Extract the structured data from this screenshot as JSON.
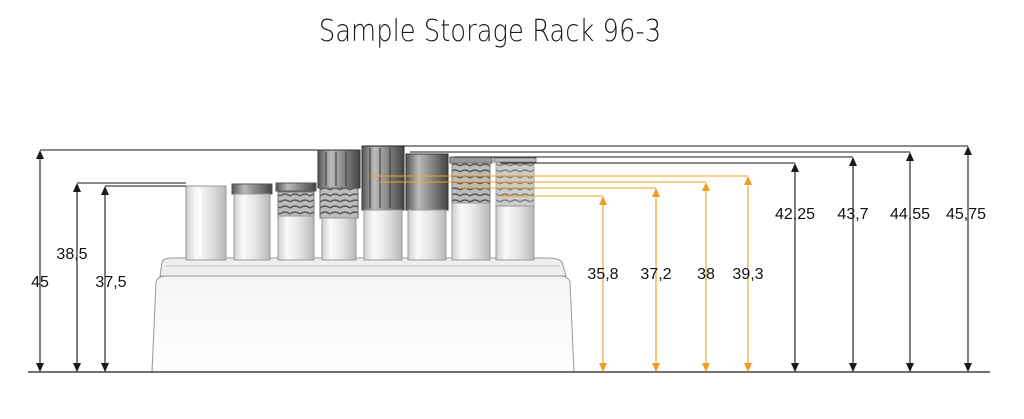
{
  "title": "Sample Storage Rack 96-3",
  "colors": {
    "black_dims": "#1a1a1a",
    "orange_dims": "#f0a020"
  },
  "left_dimensions": [
    {
      "label": "45"
    },
    {
      "label": "38,5"
    },
    {
      "label": "37,5"
    }
  ],
  "orange_dimensions": [
    {
      "label": "35,8"
    },
    {
      "label": "37,2"
    },
    {
      "label": "38"
    },
    {
      "label": "39,3"
    }
  ],
  "right_dimensions": [
    {
      "label": "42,25"
    },
    {
      "label": "43,7"
    },
    {
      "label": "44,55"
    },
    {
      "label": "45,75"
    }
  ]
}
